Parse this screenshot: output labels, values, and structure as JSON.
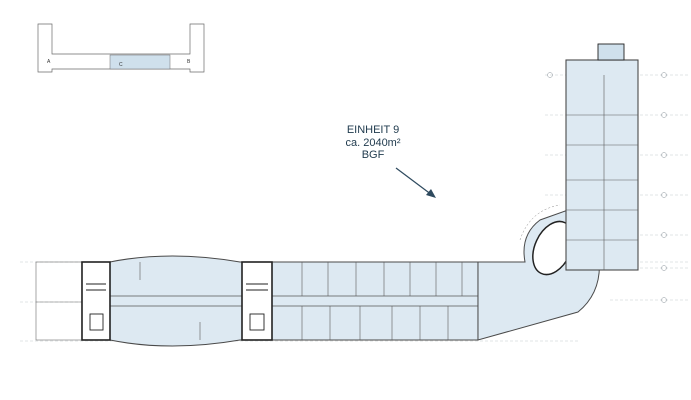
{
  "unit_callout": {
    "name": "EINHEIT 9",
    "area": "ca. 2040m²",
    "area_type": "BGF"
  },
  "key_plan": {
    "wings": [
      "A",
      "C",
      "B"
    ],
    "highlighted_wing": "C"
  },
  "colors": {
    "highlight": "#dde9f2",
    "walls": "#4a4a4a",
    "grid": "#9aa4ac",
    "text": "#1f3a4d",
    "arrow": "#2e4a5e"
  }
}
